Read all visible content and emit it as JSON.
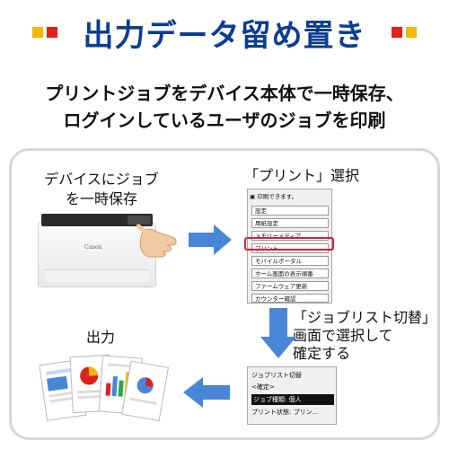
{
  "header": {
    "title": "出力データ留め置き",
    "subtitle_line1": "プリントジョブをデバイス本体で一時保存、",
    "subtitle_line2": "ログインしているユーザのジョブを印刷"
  },
  "steps": {
    "store_label_line1": "デバイスにジョブ",
    "store_label_line2": "を一時保存",
    "print_select_label": "「プリント」選択",
    "switch_label_line1": "「ジョブリスト切替」",
    "switch_label_line2": "画面で選択して",
    "switch_label_line3": "確定する",
    "output_label": "出力"
  },
  "printer": {
    "brand": "Canon"
  },
  "menu_screen": {
    "header": "印刷できます。",
    "items": [
      "設定",
      "用紙設定",
      "メモリーメディア",
      "プリント",
      "モバイルポータル",
      "ホーム画面の表示順番",
      "ファームウェア更新",
      "カウンター確認"
    ],
    "selected_index": 3
  },
  "job_screen": {
    "title": "ジョブリスト切替",
    "confirm": "<確定>",
    "job_type": "ジョブ種類: 個人",
    "print_status": "プリント状態: プリン..."
  },
  "colors": {
    "title_blue": "#0b3d91",
    "arrow_blue": "#4a86d8",
    "highlight_red": "#d0233a",
    "deco_red": "#e0201a",
    "deco_yellow": "#f5b800"
  }
}
